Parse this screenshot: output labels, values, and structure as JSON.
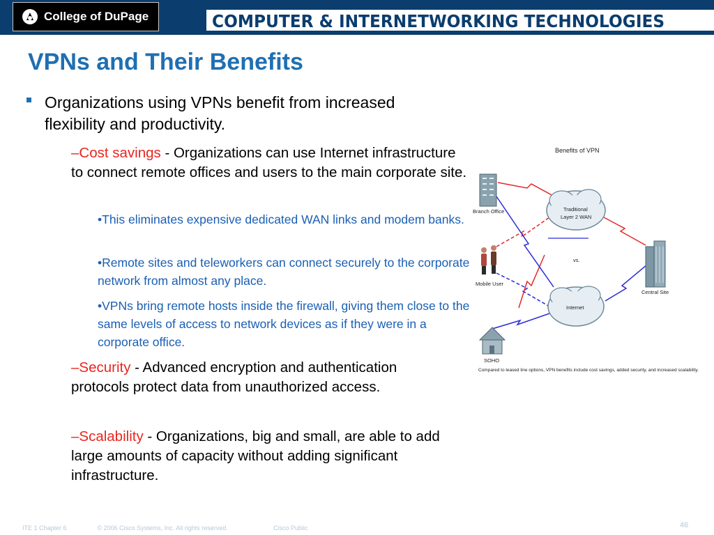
{
  "header": {
    "logo_text": "College of DuPage",
    "banner_title": "COMPUTER & INTERNETWORKING TECHNOLOGIES"
  },
  "slide": {
    "title": "VPNs and Their Benefits",
    "bullet": "Organizations using VPNs benefit from increased flexibility and productivity.",
    "subpoints": [
      {
        "dash": "–",
        "highlight": "Cost savings",
        "text": " - Organizations can use Internet infrastructure to connect remote offices and users to the main corporate site."
      },
      {
        "dash": "–",
        "highlight": "Security",
        "text": " - Advanced encryption and authentication protocols protect data from unauthorized access."
      },
      {
        "dash": "–",
        "highlight": "Scalability",
        "text": " - Organizations, big and small, are able to add large amounts of capacity without adding significant infrastructure."
      }
    ],
    "cost_details": [
      "•This eliminates expensive dedicated WAN links and modem banks.",
      "•Remote sites and teleworkers can connect securely to the corporate network from almost any place.",
      "•VPNs bring remote hosts inside the firewall, giving them close to the same levels of access to network devices as if they were in a corporate office."
    ]
  },
  "figure": {
    "title": "Benefits of VPN",
    "branch_office": "Branch Office",
    "mobile_user": "Mobile User",
    "soho": "SOHO",
    "central_site": "Central Site",
    "wan_line1": "Traditional",
    "wan_line2": "Layer 2 WAN",
    "vs": "vs.",
    "internet": "Internet",
    "caption": "Compared to leased line options, VPN benefits include cost savings, added security, and increased scalability."
  },
  "footer": {
    "chapter": "ITE 1 Chapter 6",
    "copyright": "© 2006 Cisco Systems, Inc. All rights reserved.",
    "classification": "Cisco Public",
    "page_number": "46"
  },
  "colors": {
    "header_bg": "#0b3d6e",
    "title": "#1f6fb2",
    "highlight": "#e8261f",
    "detail_text": "#1a5fb4"
  }
}
